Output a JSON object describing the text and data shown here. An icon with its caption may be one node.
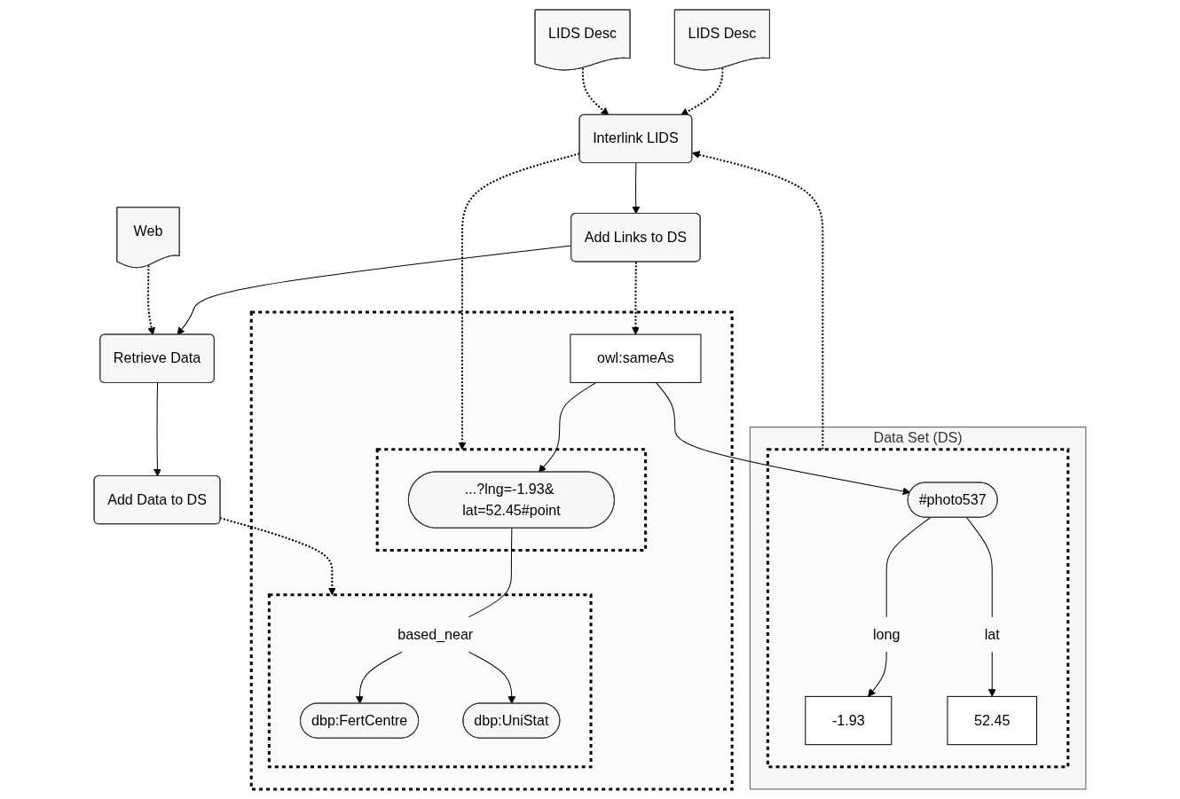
{
  "diagram": {
    "nodes": [
      {
        "text": [
          "LIDS Desc"
        ]
      },
      {
        "text": [
          "LIDS Desc"
        ]
      },
      {
        "text": [
          "Data Set (DS)"
        ]
      },
      {
        "text": [],
        "shape": "box",
        "in": 2
      },
      {
        "text": [
          "-1.93"
        ],
        "in": 3
      },
      {
        "text": [
          "52.45"
        ],
        "in": 3
      },
      {
        "text": [
          "long"
        ],
        "in": 3
      },
      {
        "text": [
          "lat"
        ],
        "in": 3
      },
      {
        "text": [
          "#photo537"
        ],
        "in": 3
      },
      {
        "text": [
          "Interlink LIDS"
        ]
      },
      {
        "text": [
          "Add Links to DS"
        ]
      },
      {
        "text": [
          "Web"
        ]
      },
      {
        "text": [
          "Retrieve Data"
        ]
      },
      {
        "text": [
          "Add Data to DS"
        ]
      },
      {
        "text": [],
        "shape": "box"
      },
      {
        "text": [
          "owl:sameAs"
        ],
        "in": 14
      },
      {
        "text": [],
        "shape": "box",
        "in": 14
      },
      {
        "text": [
          "...?lng=-1.93& lat=52.45#point"
        ],
        "in": 16
      },
      {
        "text": [],
        "shape": "box",
        "in": 14
      },
      {
        "text": [
          "based_near"
        ],
        "in": 18
      },
      {
        "text": [
          "dbp:FertCentre"
        ],
        "in": 18
      },
      {
        "text": [
          "dbp:UniStat"
        ],
        "in": 18
      }
    ],
    "edges": [
      {
        "from": 0,
        "to": 9,
        "arrow": "to",
        "style": "dashed"
      },
      {
        "from": 1,
        "to": 9,
        "arrow": "to",
        "style": "dashed"
      },
      {
        "from": 3,
        "to": 9,
        "arrow": "to",
        "style": "dashed"
      },
      {
        "from": 9,
        "to": 10,
        "arrow": "to"
      },
      {
        "from": 10,
        "to": 12,
        "arrow": "to"
      },
      {
        "from": 12,
        "to": 13,
        "arrow": "to"
      },
      {
        "from": 11,
        "to": 12,
        "arrow": "to",
        "style": "dashed"
      },
      {
        "from": 10,
        "to": 15,
        "arrow": "to",
        "style": "dashed"
      },
      {
        "from": 9,
        "to": 16,
        "arrow": "to",
        "style": "dashed"
      },
      {
        "from": 13,
        "to": 18,
        "arrow": "to",
        "style": "dashed"
      },
      {
        "from": 15,
        "to": 8,
        "arrow": "to"
      },
      {
        "from": 15,
        "to": 17,
        "arrow": "to"
      },
      {
        "from": 8,
        "to": 6,
        "arrow": "none"
      },
      {
        "from": 8,
        "to": 7,
        "arrow": "none"
      },
      {
        "from": 6,
        "to": 4,
        "arrow": "to"
      },
      {
        "from": 7,
        "to": 5,
        "arrow": "to"
      },
      {
        "from": 17,
        "to": 19,
        "arrow": "none"
      },
      {
        "from": 19,
        "to": 20,
        "arrow": "to"
      },
      {
        "from": 19,
        "to": 21,
        "arrow": "to"
      }
    ]
  }
}
